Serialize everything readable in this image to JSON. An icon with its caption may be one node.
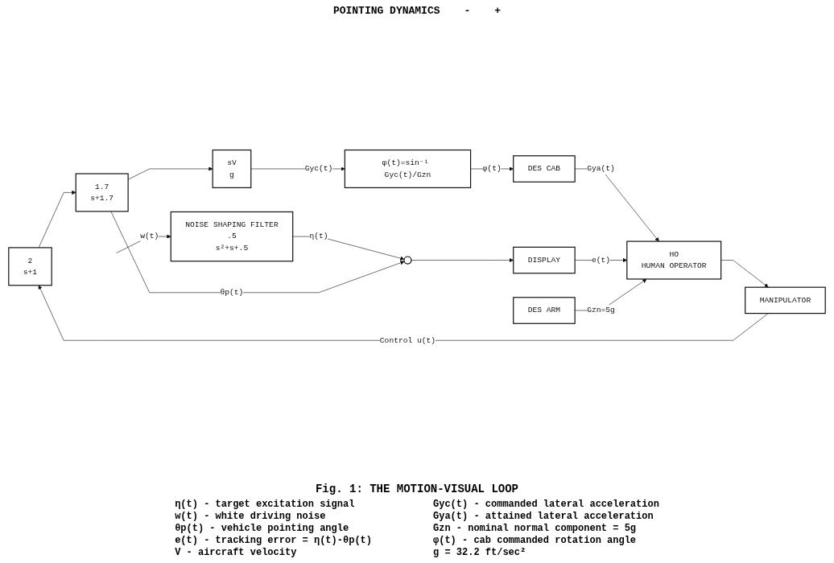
{
  "diagram": {
    "caption": "Fig. 1: THE MOTION-VISUAL LOOP",
    "nodes": [
      {
        "text": [
          "2",
          "s+1"
        ]
      },
      {
        "text": [
          "1.7",
          "s+1.7"
        ]
      },
      {
        "text": [],
        "shape": "circle"
      },
      {
        "text": [
          "NOISE SHAPING FILTER",
          ".5",
          "s²+s+.5"
        ]
      },
      {
        "text": [
          "sV",
          "g"
        ]
      },
      {
        "text": [
          "φ(t)=sin⁻¹ Gyc(t)/Gzn"
        ]
      },
      {
        "text": [
          "DES CAB"
        ]
      },
      {
        "text": [
          "DISPLAY"
        ]
      },
      {
        "text": [
          "DES ARM"
        ]
      },
      {
        "text": [
          "HO",
          "HUMAN OPERATOR"
        ]
      },
      {
        "text": [
          "MANIPULATOR"
        ]
      }
    ],
    "edges": [
      {
        "from": null,
        "to": 3,
        "arrow": "to",
        "label": "w(t)"
      },
      {
        "from": 3,
        "to": 2,
        "arrow": "to",
        "label": "η(t)"
      },
      {
        "from": 0,
        "to": 1,
        "arrow": "to"
      },
      {
        "from": 1,
        "to": 2,
        "arrow": "to",
        "label": "θp(t)"
      },
      {
        "from": 1,
        "to": 4,
        "arrow": "to"
      },
      {
        "from": 4,
        "to": 5,
        "arrow": "to",
        "label": "Gyc(t)"
      },
      {
        "from": 5,
        "to": 6,
        "arrow": "to",
        "label": "φ(t)"
      },
      {
        "from": 6,
        "to": 9,
        "arrow": "to",
        "label": "Gya(t)"
      },
      {
        "from": 2,
        "to": 7,
        "arrow": "to"
      },
      {
        "from": 7,
        "to": 9,
        "arrow": "to",
        "label": "e(t)"
      },
      {
        "from": 8,
        "to": 9,
        "arrow": "to",
        "label": "Gzn=5g"
      },
      {
        "from": 9,
        "to": 10,
        "arrow": "to"
      },
      {
        "from": 10,
        "to": 0,
        "arrow": "to",
        "label": "Control u(t)"
      }
    ],
    "labels": [
      "POINTING DYNAMICS",
      "-",
      "+",
      "η(t) - target excitation signal",
      "Gyc(t) - commanded lateral acceleration",
      "w(t) - white driving noise",
      "Gya(t) - attained lateral acceleration",
      "θp(t) - vehicle pointing angle",
      "Gzn - nominal normal component = 5g",
      "e(t) - tracking error = η(t)-θp(t)",
      "φ(t) - cab commanded rotation angle",
      "V - aircraft velocity",
      "g = 32.2 ft/sec²"
    ]
  }
}
